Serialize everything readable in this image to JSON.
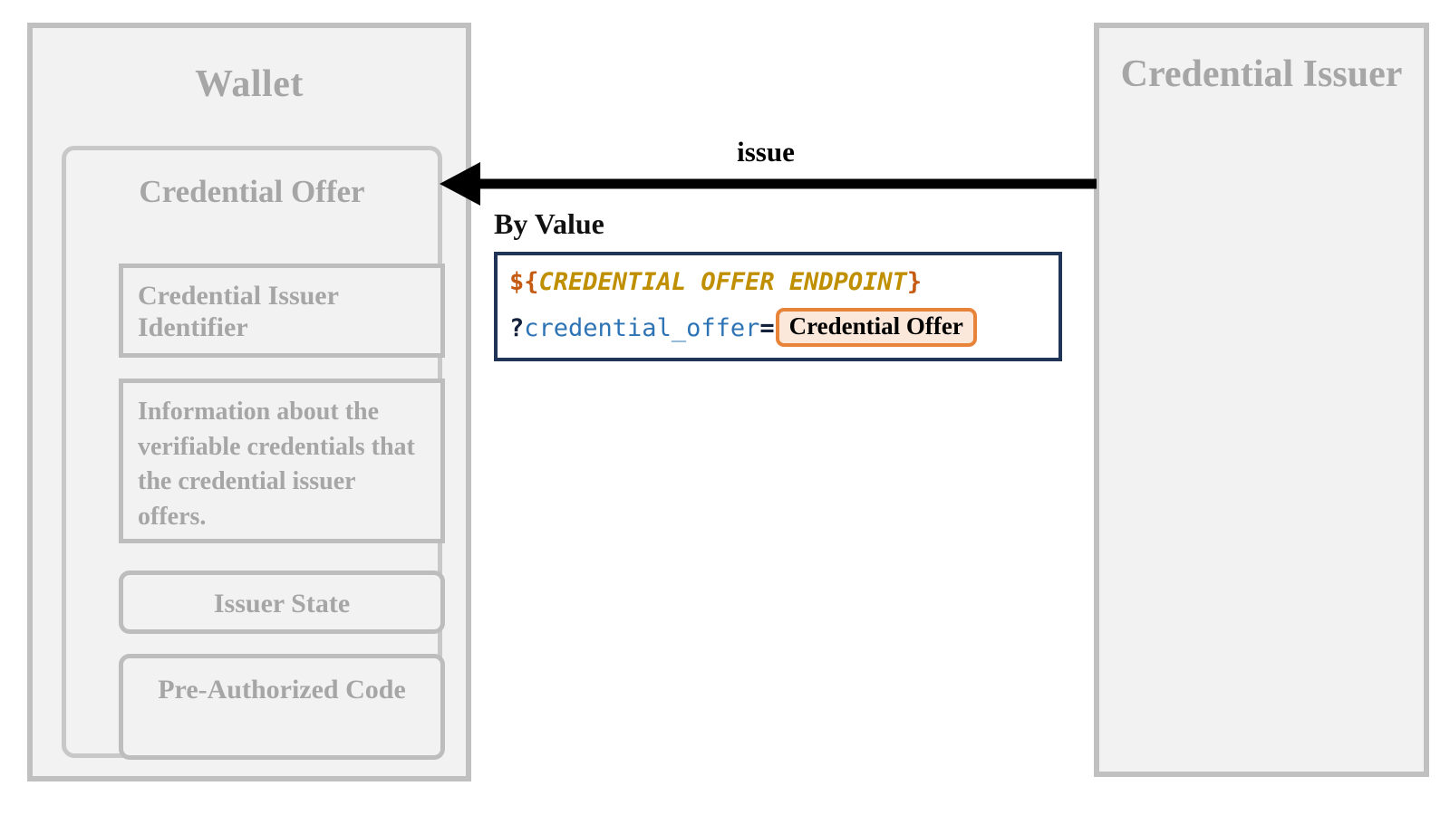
{
  "diagram": {
    "wallet": {
      "title": "Wallet",
      "credential_offer": {
        "title": "Credential Offer",
        "fields": [
          {
            "label": "Credential Issuer Identifier"
          },
          {
            "label": "Information about the verifiable credentials that the credential issuer offers."
          },
          {
            "label": "Issuer State"
          },
          {
            "label": "Pre-Authorized Code"
          }
        ]
      }
    },
    "issuer": {
      "title": "Credential Issuer"
    },
    "arrow": {
      "label": "issue",
      "direction": "right-to-left"
    },
    "by_value": {
      "heading": "By Value",
      "code": {
        "line1": {
          "dollar_open": "${",
          "variable": "CREDENTIAL OFFER ENDPOINT",
          "brace_close": "}"
        },
        "line2": {
          "question_mark": "?",
          "param": "credential_offer",
          "equals": "=",
          "chip": "Credential Offer"
        }
      }
    },
    "colors": {
      "box_border": "#C0C0C0",
      "box_fill": "#F2F2F2",
      "box_text": "#A6A6A6",
      "code_border": "#1F3457",
      "brace_orange": "#C55A11",
      "variable_gold": "#BF8F00",
      "param_blue": "#2E74B5",
      "chip_border": "#E8833A",
      "chip_fill": "#FBE8DA",
      "arrow": "#000000"
    }
  }
}
